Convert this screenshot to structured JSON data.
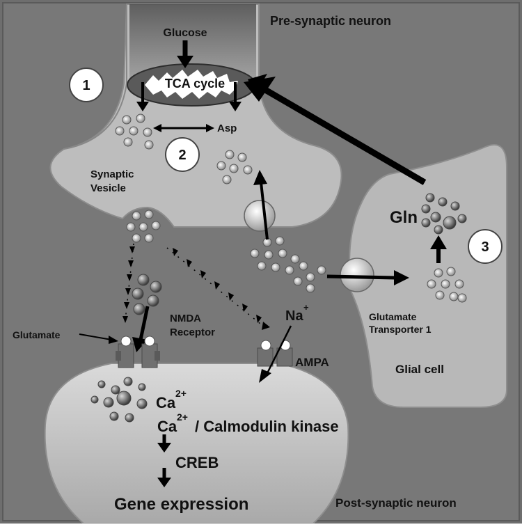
{
  "labels": {
    "glucose": "Glucose",
    "tca": "TCA cycle",
    "pre_neuron": "Pre-synaptic neuron",
    "post_neuron": "Post-synaptic neuron",
    "asp": "Asp",
    "synaptic_vesicle_1": "Synaptic",
    "synaptic_vesicle_2": "Vesicle",
    "gln": "Gln",
    "glutamate": "Glutamate",
    "nmda_1": "NMDA",
    "nmda_2": "Receptor",
    "na": "Na",
    "na_sup": "+",
    "ampa": "AMPA",
    "glt_1": "Glutamate",
    "glt_2": "Transporter 1",
    "glial": "Glial cell",
    "ca": "Ca",
    "ca_sup": "2+",
    "camk_a": "Ca",
    "camk_sup": "2+",
    "camk_b": "/ Calmodulin kinase",
    "creb": "CREB",
    "gene": "Gene expression"
  },
  "steps": [
    "1",
    "2",
    "3"
  ],
  "colors": {
    "background": "#6f6f6f",
    "pre_neuron": "#bdbdbd",
    "post_neuron": "#c4c4c4",
    "glial": "#b8b8b8",
    "arrow": "#000000"
  }
}
